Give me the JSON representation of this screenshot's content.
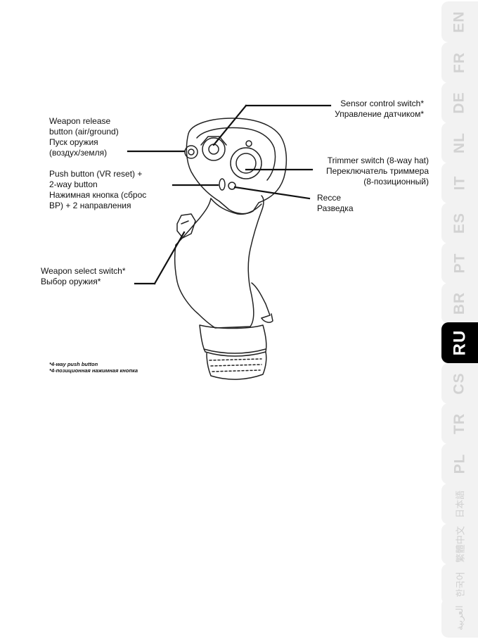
{
  "labels": {
    "weapon_release": "Weapon release\nbutton (air/ground)\nПуск оружия\n(воздух/земля)",
    "push_button": "Push button (VR reset) +\n2-way button\nНажимная кнопка (сброс\nВР) + 2 направления",
    "weapon_select": "Weapon select switch*\nВыбор оружия*",
    "sensor_control": "Sensor control switch*\nУправление датчиком*",
    "trimmer_switch": "Trimmer switch (8-way hat)\nПереключатель триммера\n(8-позиционный)",
    "recce": "Recce\nРазведка"
  },
  "footnote": {
    "line1": "*4-way push button",
    "line2": "*4-позиционная нажимная кнопка"
  },
  "language_tabs": [
    {
      "code": "EN",
      "active": false
    },
    {
      "code": "FR",
      "active": false
    },
    {
      "code": "DE",
      "active": false
    },
    {
      "code": "NL",
      "active": false
    },
    {
      "code": "IT",
      "active": false
    },
    {
      "code": "ES",
      "active": false
    },
    {
      "code": "PT",
      "active": false
    },
    {
      "code": "BR",
      "active": false
    },
    {
      "code": "RU",
      "active": true
    },
    {
      "code": "CS",
      "active": false
    },
    {
      "code": "TR",
      "active": false
    },
    {
      "code": "PL",
      "active": false
    },
    {
      "code": "日本語",
      "active": false
    },
    {
      "code": "繁體中文",
      "active": false
    },
    {
      "code": "한국어",
      "active": false
    },
    {
      "code": "العربية",
      "active": false
    }
  ]
}
